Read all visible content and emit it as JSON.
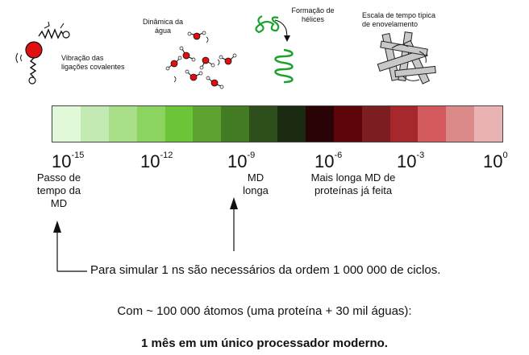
{
  "illustrations": {
    "vibration_label": "Vibração das ligações covalentes",
    "water_label": "Dinâmica da água",
    "helix_label": "Formação de hélices",
    "folding_label": "Escala de tempo típica de enovelamento"
  },
  "scale": {
    "colors": [
      "#e2f9d9",
      "#c4eab4",
      "#a9df88",
      "#8cd460",
      "#6cc539",
      "#5ea330",
      "#447c23",
      "#2e4f1b",
      "#1a2a11",
      "#2a0307",
      "#5e0509",
      "#7c1d21",
      "#a6282d",
      "#d25a5c",
      "#dc898a",
      "#e9b3b4"
    ],
    "base": "10",
    "exponents": [
      "-15",
      "-12",
      "-9",
      "-6",
      "-3",
      "0"
    ]
  },
  "annotations": {
    "timestep_label": "Passo de tempo da MD",
    "long_md_label": "MD longa",
    "longest_md_label": "Mais longa MD de proteínas já feita"
  },
  "text": {
    "cycles_note": "Para simular 1 ns são necessários da ordem 1 000 000 de ciclos.",
    "atoms_note": "Com ~ 100 000 átomos (uma proteína + 30 mil águas):",
    "conclusion": "1 mês em um único processador moderno."
  }
}
